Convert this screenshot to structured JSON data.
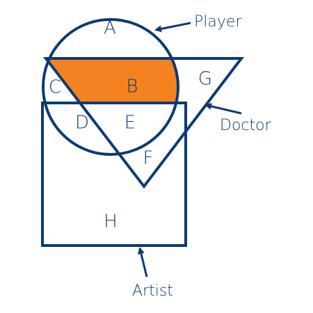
{
  "colors": {
    "outline": "#0d3a73",
    "highlight": "#f58220",
    "text": "#0d3a73"
  },
  "sets": {
    "player": "Player",
    "doctor": "Doctor",
    "artist": "Artist"
  },
  "regions": {
    "a": "A",
    "b": "B",
    "c": "C",
    "d": "D",
    "e": "E",
    "f": "F",
    "g": "G",
    "h": "H"
  },
  "highlighted_region": "B"
}
